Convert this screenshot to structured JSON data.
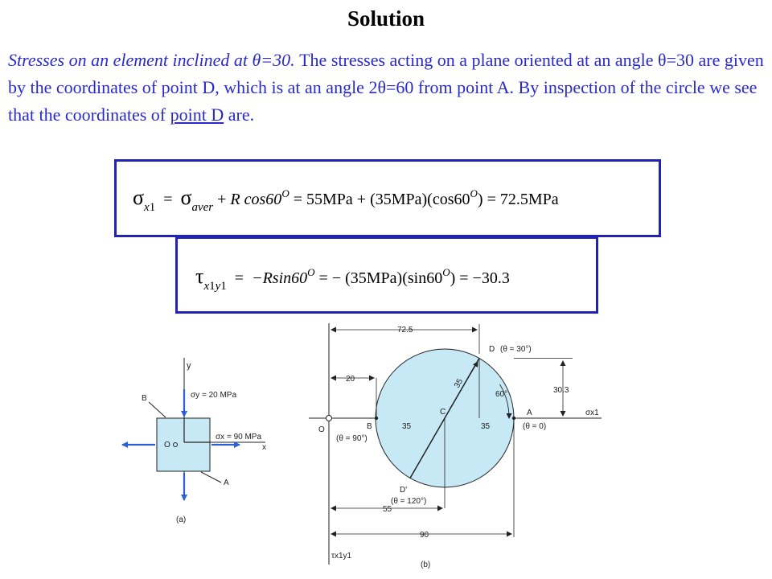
{
  "title": "Solution",
  "paragraph": {
    "lead": "Stresses on an element inclined at θ=30.",
    "body": " The stresses acting on a plane oriented at an angle θ=30 are given by the coordinates of point D, which is at an angle 2θ=60 from point A. By inspection of the circle we see that the coordinates of ",
    "underlined": "point D",
    "tail": " are."
  },
  "equation1": {
    "lhs_symbol": "σ",
    "lhs_sub": "x",
    "lhs_subsub": "1",
    "eq": "=",
    "term1_symbol": "σ",
    "term1_sub": "aver",
    "plus": "+",
    "term2": "R cos60",
    "term2_sup": "O",
    "eq2": "=",
    "v1": "55MPa",
    "plus2": "+",
    "v2": "(35MPa)(cos60",
    "v2_sup": "O",
    "v2_close": ")",
    "eq3": "=",
    "result": "72.5MPa"
  },
  "equation2": {
    "lhs_symbol": "τ",
    "lhs_sub1": "x",
    "lhs_subsub1": "1",
    "lhs_sub2": "y",
    "lhs_subsub2": "1",
    "eq": "=",
    "term": "−Rsin60",
    "term_sup": "O",
    "eq2": "=",
    "minus": "−",
    "v": "(35MPa)(sin60",
    "v_sup": "O",
    "v_close": ")",
    "eq3": "=",
    "result": "−30.3"
  },
  "figure_a": {
    "label_y": "y",
    "label_x": "x",
    "label_B": "B",
    "label_A": "A",
    "label_O": "O",
    "sigma_y": "σy = 20 MPa",
    "sigma_x": "σx = 90 MPa",
    "caption": "(a)",
    "fill_color": "#c7e8f5"
  },
  "figure_b": {
    "dim_72_5": "72.5",
    "dim_20": "20",
    "dim_30_3": "30.3",
    "dim_55": "55",
    "dim_90": "90",
    "label_D": "D",
    "label_D_theta": "(θ = 30°)",
    "label_35_radius": "35",
    "label_60deg": "60°",
    "label_O": "O",
    "label_B": "B",
    "label_B_theta": "(θ = 90°)",
    "label_C": "C",
    "label_35_left": "35",
    "label_35_right": "35",
    "label_A": "A",
    "label_A_theta": "(θ = 0)",
    "label_Dp": "D'",
    "label_Dp_theta": "(θ = 120°)",
    "axis_sigma": "σx1",
    "axis_tau": "τx1y1",
    "caption": "(b)",
    "fill_color": "#c7e8f5"
  }
}
